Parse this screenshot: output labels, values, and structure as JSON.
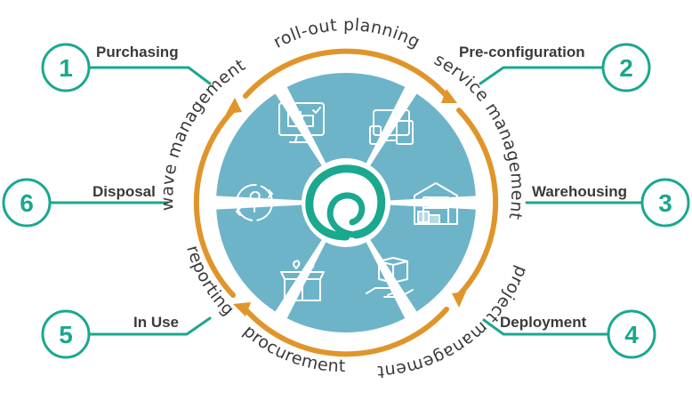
{
  "colors": {
    "teal": "#1aa88f",
    "orange": "#e0952b",
    "segment": "#6db4c9",
    "icon": "#ffffff",
    "text": "#3a3a3a"
  },
  "steps": [
    {
      "num": "1",
      "label": "Purchasing"
    },
    {
      "num": "2",
      "label": "Pre-configuration"
    },
    {
      "num": "3",
      "label": "Warehousing"
    },
    {
      "num": "4",
      "label": "Deployment"
    },
    {
      "num": "5",
      "label": "In Use"
    },
    {
      "num": "6",
      "label": "Disposal"
    }
  ],
  "ring_labels": {
    "top": "roll-out planning",
    "top_right": "service management",
    "bottom_right": "project management",
    "bottom": "procurement",
    "left_lower": "reporting",
    "left_upper": "wave management"
  },
  "segment_icons": [
    "computer-shopping-icon",
    "devices-icon",
    "warehouse-icon",
    "delivery-box-hand-icon",
    "open-box-hearts-icon",
    "recycle-icon"
  ],
  "center_logo": "spiral-logo-icon"
}
